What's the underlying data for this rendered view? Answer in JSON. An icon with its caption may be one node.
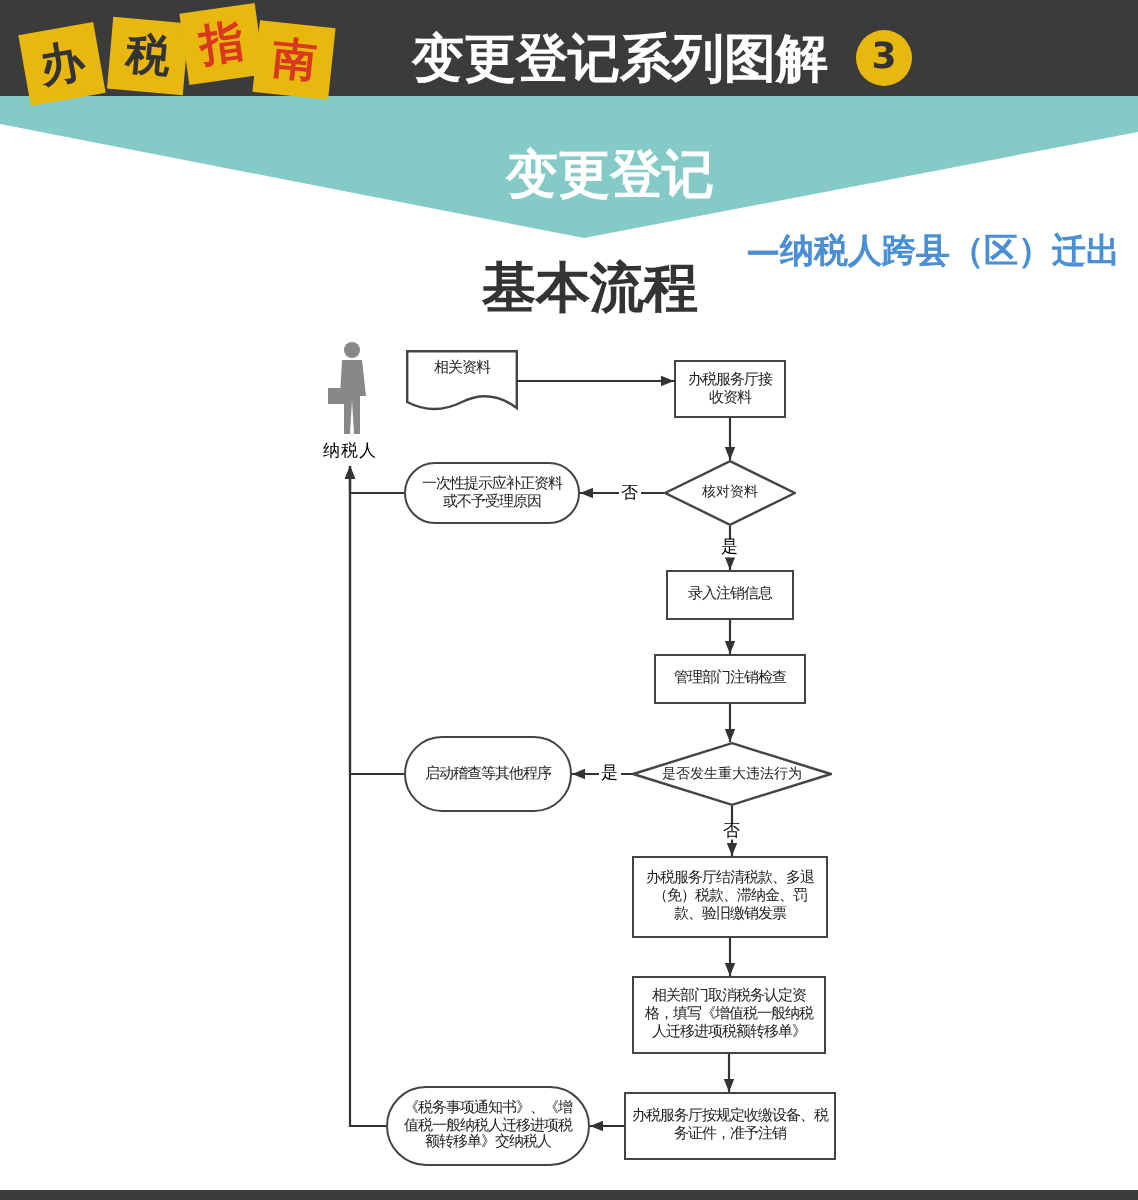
{
  "diagram": {
    "title": "变更登记系列图解",
    "nodes": [
      {
        "text": [
          "纳税人"
        ]
      },
      {
        "text": [
          "相关资料"
        ]
      },
      {
        "text": [
          "办税服务厅接收资料"
        ]
      },
      {
        "text": [
          "核对资料"
        ]
      },
      {
        "text": [
          "一次性提示应补正资料或不予受理原因"
        ]
      },
      {
        "text": [
          "录入注销信息"
        ]
      },
      {
        "text": [
          "管理部门注销检查"
        ]
      },
      {
        "text": [
          "是否发生重大违法行为"
        ]
      },
      {
        "text": [
          "启动稽查等其他程序"
        ]
      },
      {
        "text": [
          "办税服务厅结清税款、多退（免）税款、滞纳金、罚款、验旧缴销发票"
        ]
      },
      {
        "text": [
          "相关部门取消税务认定资格，填写《增值税一般纳税人迁移进项税额转移单》"
        ]
      },
      {
        "text": [
          "办税服务厅按规定收缴设备、税务证件，准予注销"
        ]
      },
      {
        "text": [
          "《税务事项通知书》、《增值税一般纳税人迁移进项税额转移单》交纳税人"
        ]
      }
    ],
    "edges": [
      {
        "from": 1,
        "to": 2,
        "arrow": "to"
      },
      {
        "from": 2,
        "to": 3,
        "arrow": "to"
      },
      {
        "from": 3,
        "to": 4,
        "arrow": "to",
        "label": "否"
      },
      {
        "from": 3,
        "to": 5,
        "arrow": "to",
        "label": "是"
      },
      {
        "from": 5,
        "to": 6,
        "arrow": "to"
      },
      {
        "from": 6,
        "to": 7,
        "arrow": "to"
      },
      {
        "from": 7,
        "to": 8,
        "arrow": "to",
        "label": "是"
      },
      {
        "from": 7,
        "to": 9,
        "arrow": "to",
        "label": "否"
      },
      {
        "from": 9,
        "to": 10,
        "arrow": "to"
      },
      {
        "from": 10,
        "to": 11,
        "arrow": "to"
      },
      {
        "from": 11,
        "to": 12,
        "arrow": "to"
      },
      {
        "from": 4,
        "to": 0,
        "arrow": "to"
      },
      {
        "from": 8,
        "to": 0,
        "arrow": "to"
      },
      {
        "from": 12,
        "to": 0,
        "arrow": "to"
      }
    ],
    "labels": [
      "办",
      "税",
      "指",
      "南",
      "3",
      "变更登记",
      "—纳税人跨县（区）迁出",
      "基本流程"
    ]
  }
}
